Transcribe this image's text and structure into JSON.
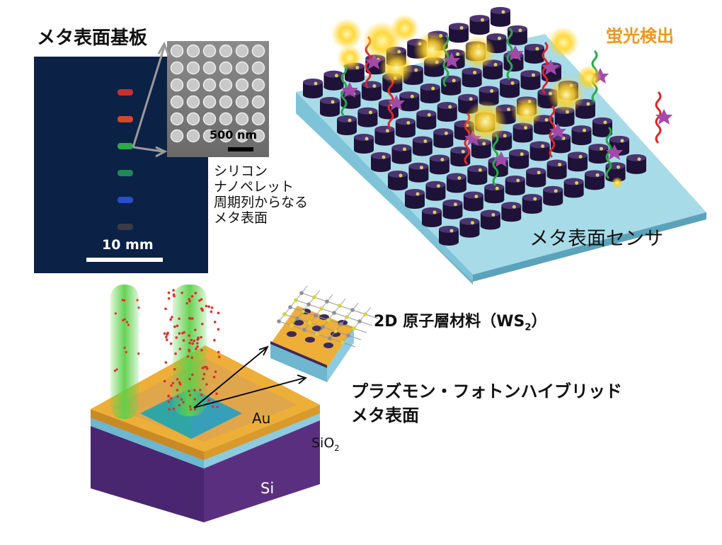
{
  "labels": {
    "substrate_title": "メタ表面基板",
    "scale_sem": "500 nm",
    "scale_photo": "10 mm",
    "description": [
      "シリコン",
      "ナノペレット",
      "周期列からなる",
      "メタ表面"
    ],
    "fluorescence": "蛍光検出",
    "sensor": "メタ表面センサ",
    "material_prefix": "2D 原子層材料（WS",
    "material_sub": "2",
    "material_suffix": "）",
    "hybrid_line1": "プラズモン・フォトンハイブリッド",
    "hybrid_line2": "メタ表面",
    "layer_au": "Au",
    "layer_sio2_main": "SiO",
    "layer_sio2_sub": "2",
    "layer_si": "Si"
  },
  "colors": {
    "photo_bg": "#0b2146",
    "sensor_base": "#7fc3d8",
    "pillar": "#2d1b4e",
    "glow": "#ffd21e",
    "gold": "#eeaf38",
    "silicon": "#5b2f80",
    "laser": "#5ed04a"
  },
  "photo_stripes": [
    "#c8302c",
    "#d2492a",
    "#2ba84a",
    "#1e8a52",
    "#2a4fc0",
    "#3b3b48"
  ]
}
